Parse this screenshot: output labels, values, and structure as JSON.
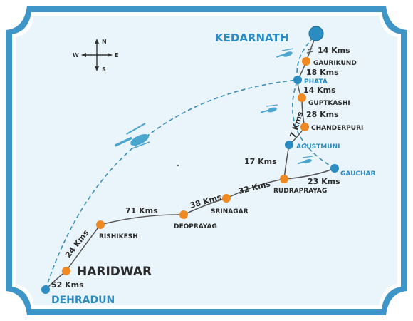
{
  "map": {
    "compass": {
      "north": "N",
      "south": "S",
      "east": "E",
      "west": "W"
    },
    "places": {
      "kedarnath": "KEDARNATH",
      "gaurikund": "GAURIKUND",
      "phata": "PHATA",
      "guptkashi": "GUPTKASHI",
      "chanderpuri": "CHANDERPURI",
      "agustmuni": "AGUSTMUNI",
      "gauchar": "GAUCHAR",
      "rudraprayag": "RUDRAPRAYAG",
      "srinagar": "SRINAGAR",
      "deoprayag": "DEOPRAYAG",
      "rishikesh": "RISHIKESH",
      "haridwar": "HARIDWAR",
      "dehradun": "DEHRADUN"
    },
    "distances": {
      "kedarnath_gaurikund": "14 Kms",
      "gaurikund_phata": "18 Kms",
      "phata_guptkashi": "14 Kms",
      "guptkashi_chanderpuri": "28 Kms",
      "chanderpuri_agustmuni": "7 Kms",
      "agustmuni_rudraprayag": "17 Kms",
      "rudraprayag_gauchar": "23 Kms",
      "srinagar_rudraprayag": "32 Kms",
      "deoprayag_srinagar": "38 Kms",
      "rishikesh_deoprayag": "71 Kms",
      "haridwar_rishikesh": "24 Kms",
      "dehradun_haridwar": "52 Kms"
    },
    "colors": {
      "frame": "#3e95c8",
      "background": "#eaf4fb",
      "road": "#555555",
      "helicopter_route": "#3d8fb8",
      "town_marker": "#ef8a22",
      "helipad_marker": "#2a8cc0",
      "helicopter": "#4aa6cf"
    }
  }
}
